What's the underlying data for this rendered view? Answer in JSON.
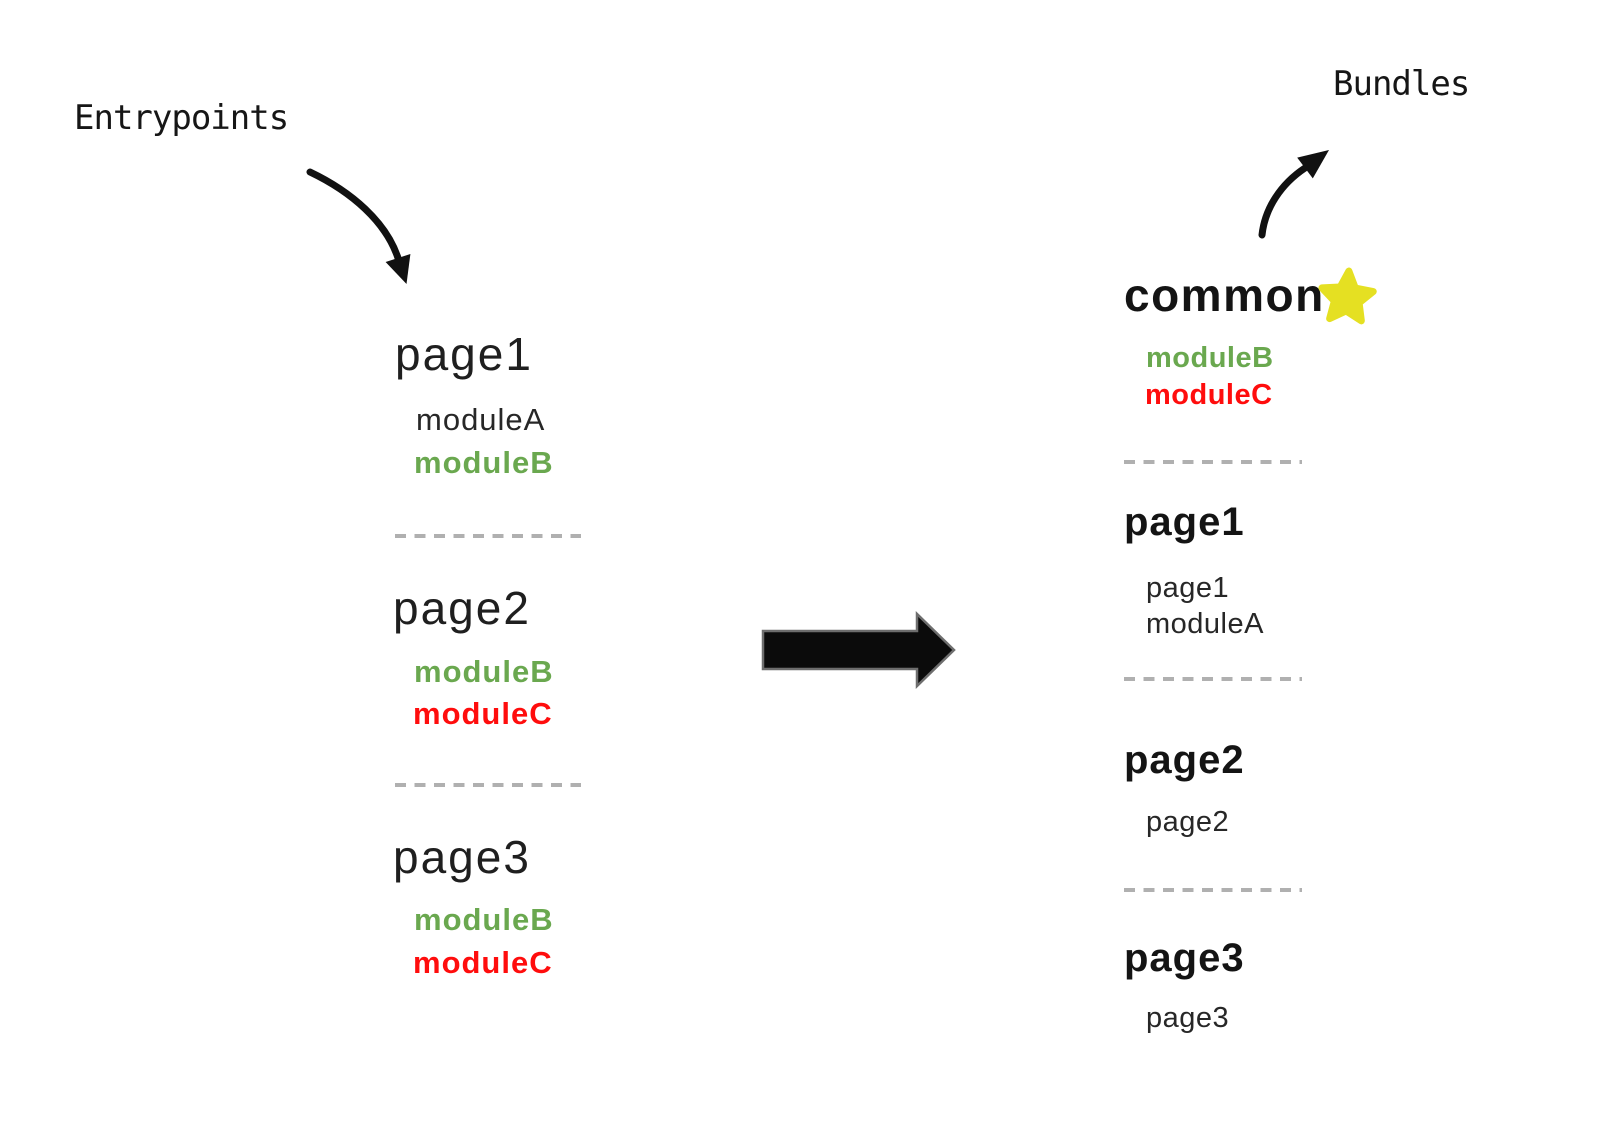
{
  "labels": {
    "entrypoints": "Entrypoints",
    "bundles": "Bundles"
  },
  "colors": {
    "text_black": "#272727",
    "heading_black": "#1f1f1f",
    "module_green": "#6aa84f",
    "module_red": "#ff0d0d",
    "star_yellow": "#e5e022",
    "divider_gray": "#b0b0b0",
    "arrow_black": "#111111"
  },
  "entrypoints": [
    {
      "name": "page1",
      "modules": [
        {
          "label": "moduleA",
          "color": "#272727",
          "bold": false
        },
        {
          "label": "moduleB",
          "color": "#6aa84f",
          "bold": true
        }
      ]
    },
    {
      "name": "page2",
      "modules": [
        {
          "label": "moduleB",
          "color": "#6aa84f",
          "bold": true
        },
        {
          "label": "moduleC",
          "color": "#ff0d0d",
          "bold": true
        }
      ]
    },
    {
      "name": "page3",
      "modules": [
        {
          "label": "moduleB",
          "color": "#6aa84f",
          "bold": true
        },
        {
          "label": "moduleC",
          "color": "#ff0d0d",
          "bold": true
        }
      ]
    }
  ],
  "bundles": [
    {
      "name": "common",
      "starred": true,
      "modules": [
        {
          "label": "moduleB",
          "color": "#6aa84f",
          "bold": true
        },
        {
          "label": "moduleC",
          "color": "#ff0d0d",
          "bold": true
        }
      ]
    },
    {
      "name": "page1",
      "starred": false,
      "modules": [
        {
          "label": "page1",
          "color": "#272727",
          "bold": false
        },
        {
          "label": "moduleA",
          "color": "#272727",
          "bold": false
        }
      ]
    },
    {
      "name": "page2",
      "starred": false,
      "modules": [
        {
          "label": "page2",
          "color": "#272727",
          "bold": false
        }
      ]
    },
    {
      "name": "page3",
      "starred": false,
      "modules": [
        {
          "label": "page3",
          "color": "#272727",
          "bold": false
        }
      ]
    }
  ]
}
